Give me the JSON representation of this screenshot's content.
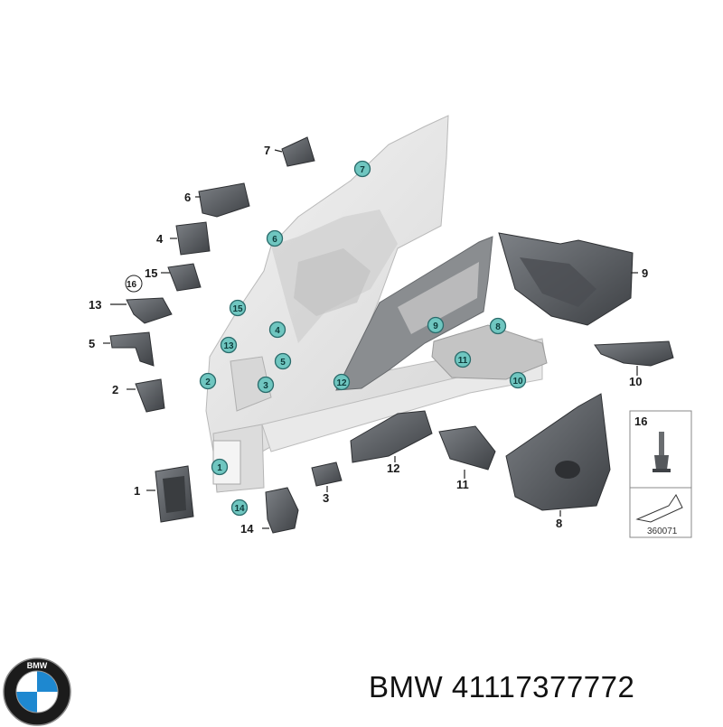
{
  "diagram": {
    "callouts": [
      {
        "id": "c1",
        "label": "1"
      },
      {
        "id": "c2",
        "label": "2"
      },
      {
        "id": "c3",
        "label": "3"
      },
      {
        "id": "c4",
        "label": "4"
      },
      {
        "id": "c5",
        "label": "5"
      },
      {
        "id": "c6",
        "label": "6"
      },
      {
        "id": "c7",
        "label": "7"
      },
      {
        "id": "c8",
        "label": "8"
      },
      {
        "id": "c9",
        "label": "9"
      },
      {
        "id": "c10",
        "label": "10"
      },
      {
        "id": "c11",
        "label": "11"
      },
      {
        "id": "c12",
        "label": "12"
      },
      {
        "id": "c13",
        "label": "13"
      },
      {
        "id": "c14",
        "label": "14"
      },
      {
        "id": "c15",
        "label": "15"
      },
      {
        "id": "c16",
        "label": "16"
      }
    ],
    "bubbles": [
      {
        "id": "b1",
        "label": "1"
      },
      {
        "id": "b2",
        "label": "2"
      },
      {
        "id": "b3",
        "label": "3"
      },
      {
        "id": "b4",
        "label": "4"
      },
      {
        "id": "b5",
        "label": "5"
      },
      {
        "id": "b6",
        "label": "6"
      },
      {
        "id": "b7",
        "label": "7"
      },
      {
        "id": "b8",
        "label": "8"
      },
      {
        "id": "b9",
        "label": "9"
      },
      {
        "id": "b10",
        "label": "10"
      },
      {
        "id": "b11",
        "label": "11"
      },
      {
        "id": "b12",
        "label": "12"
      },
      {
        "id": "b13",
        "label": "13"
      },
      {
        "id": "b14",
        "label": "14"
      },
      {
        "id": "b15",
        "label": "15"
      }
    ],
    "inset": {
      "part_number": "16",
      "code": "360071"
    },
    "colors": {
      "bubble_fill": "#6fc6c0",
      "part_dark": "#55585c",
      "frame_light": "#e6e6e6"
    }
  },
  "caption": {
    "brand": "BMW",
    "part_number": "41117377772",
    "text": "BMW 41117377772"
  },
  "logo": {
    "icon": "bmw-roundel-icon",
    "letters": "BMW"
  }
}
